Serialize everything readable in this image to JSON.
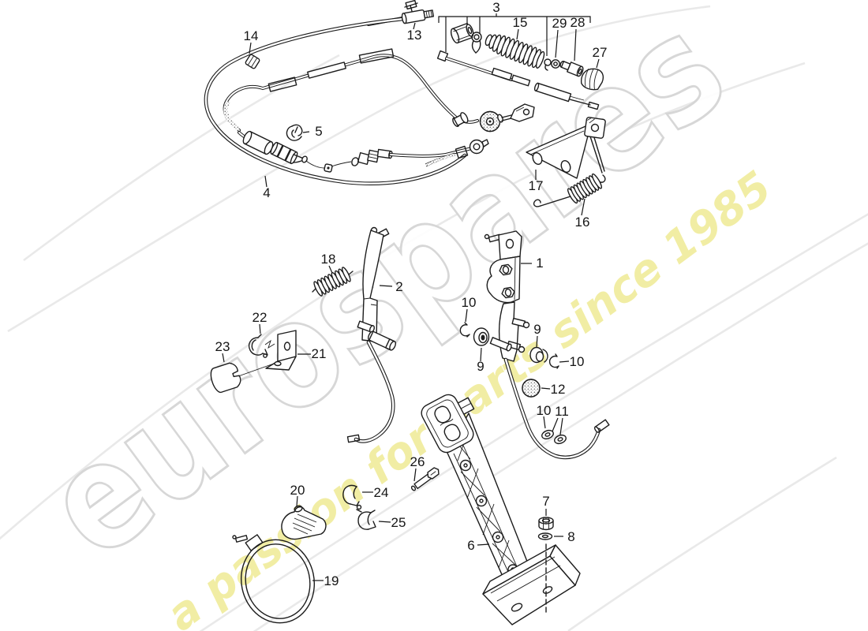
{
  "watermark": {
    "brand": "eurospares",
    "tagline": "a passion for parts since 1985",
    "brand_outline_color": "#d5d5d5",
    "tagline_color": "#f0ec9b"
  },
  "diagram": {
    "ink_color": "#1c1c1c",
    "background_color": "#ffffff",
    "parts": {
      "p1": "1",
      "p2": "2",
      "p3": "3",
      "p4": "4",
      "p5": "5",
      "p6": "6",
      "p7": "7",
      "p8": "8",
      "p9": "9",
      "p10": "10",
      "p11": "11",
      "p12": "12",
      "p13": "13",
      "p14": "14",
      "p15": "15",
      "p16": "16",
      "p17": "17",
      "p18": "18",
      "p19": "19",
      "p20": "20",
      "p21": "21",
      "p22": "22",
      "p23": "23",
      "p24": "24",
      "p25": "25",
      "p26": "26",
      "p27": "27",
      "p28": "28",
      "p29": "29"
    }
  }
}
